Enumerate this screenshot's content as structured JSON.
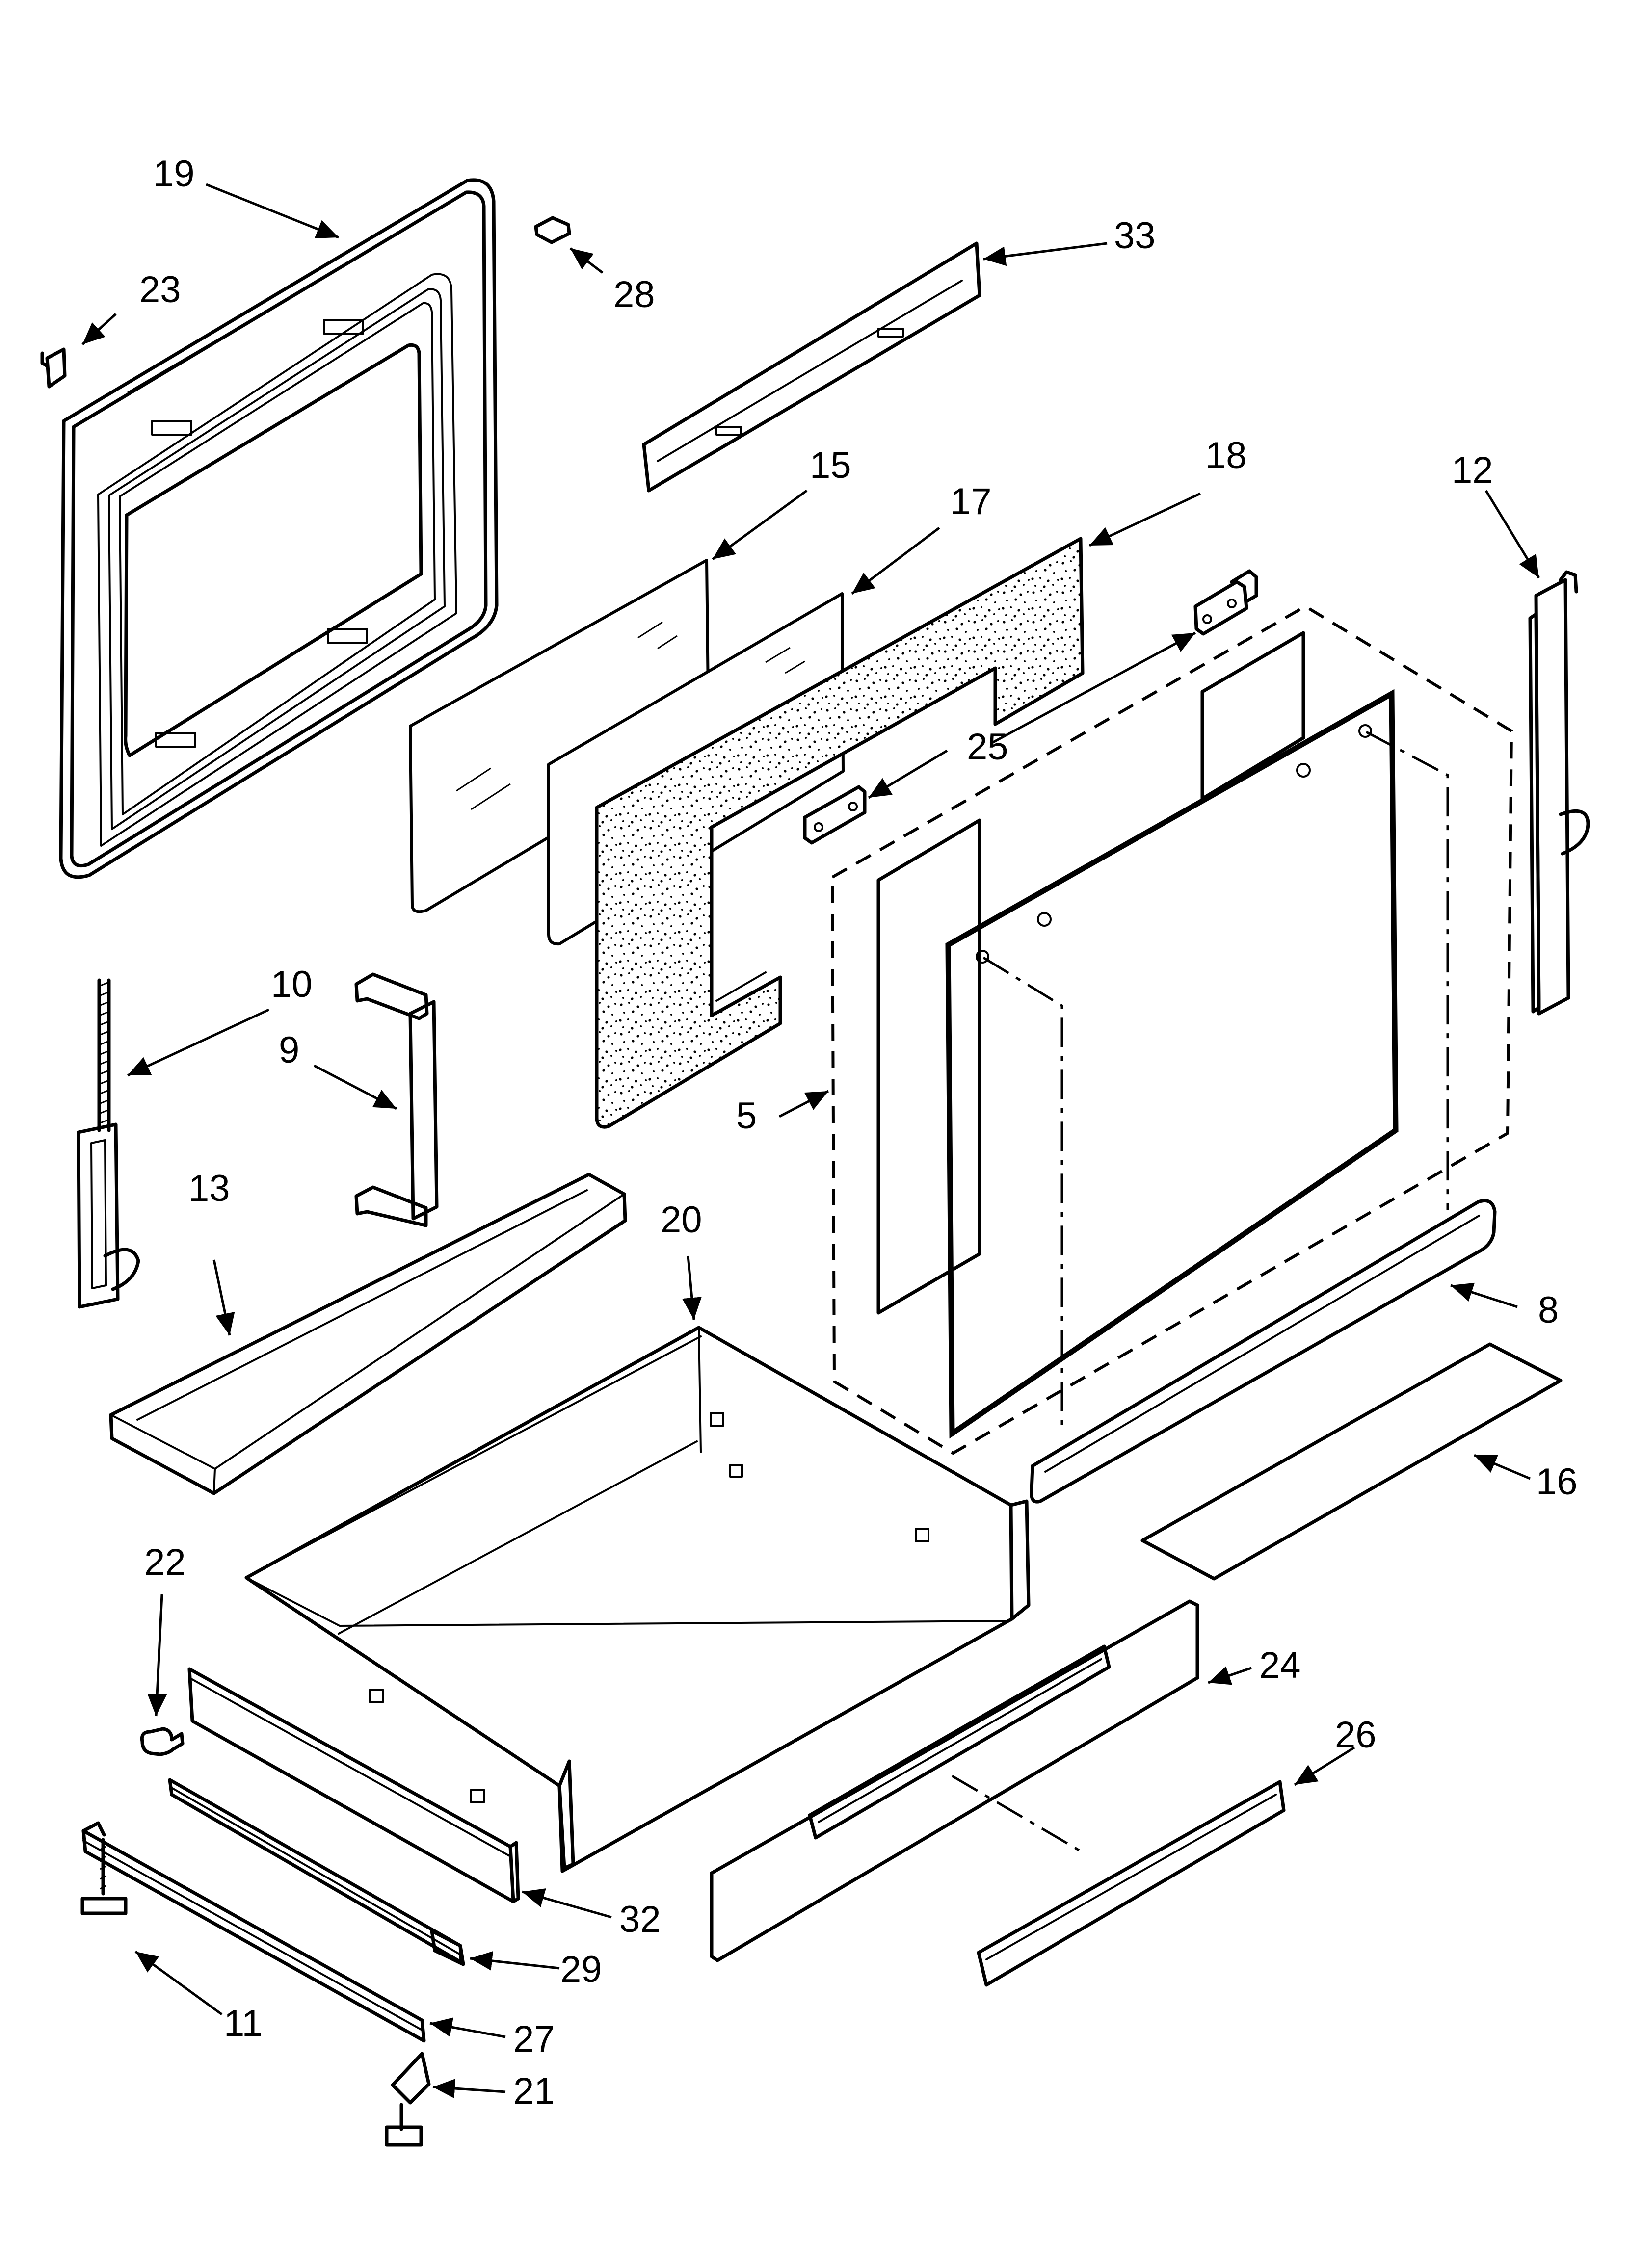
{
  "callouts": {
    "c5": "5",
    "c8": "8",
    "c9": "9",
    "c10": "10",
    "c11": "11",
    "c12": "12",
    "c13": "13",
    "c15": "15",
    "c16": "16",
    "c17": "17",
    "c18": "18",
    "c19": "19",
    "c20": "20",
    "c21": "21",
    "c22": "22",
    "c23": "23",
    "c24": "24",
    "c25": "25",
    "c26": "26",
    "c27": "27",
    "c28": "28",
    "c29": "29",
    "c32": "32",
    "c33": "33"
  }
}
